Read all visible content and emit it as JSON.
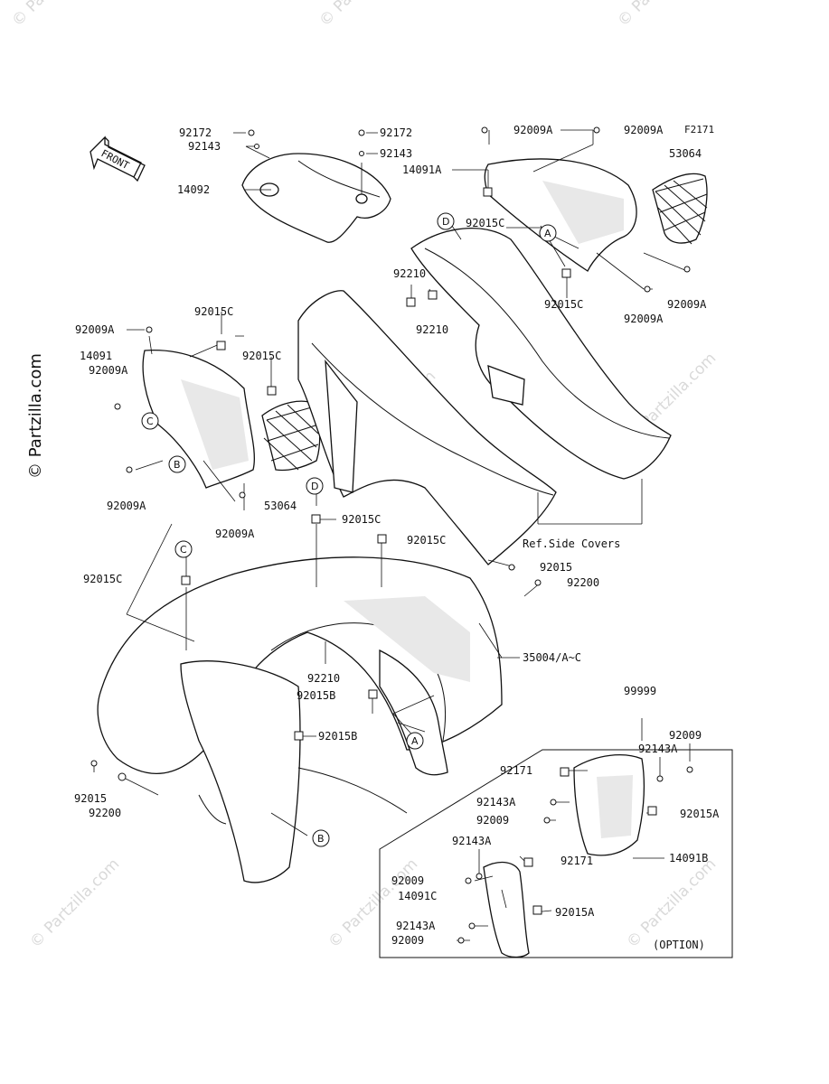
{
  "figure_code": "F2171",
  "front_label": "FRONT",
  "watermark": "© Partzilla.com",
  "watermark_vertical": "© Partzilla.com",
  "ref_note": "Ref.Side Covers",
  "option_label": "(OPTION)",
  "labels": {
    "l92172a": "92172",
    "l92143a": "92143",
    "l14092": "14092",
    "l92172b": "92172",
    "l92143b": "92143",
    "l92009A_t1": "92009A",
    "l92009A_t2": "92009A",
    "l53064a": "53064",
    "l14091A": "14091A",
    "l92015C_d": "92015C",
    "l92210a": "92210",
    "l92210b": "92210",
    "l92015C_m": "92015C",
    "l92009A_r1": "92009A",
    "l92009A_r2": "92009A",
    "l92009A_l1": "92009A",
    "l92015C_l1": "92015C",
    "l14091": "14091",
    "l92009A_l2": "92009A",
    "l92015C_l2": "92015C",
    "l92009A_l3": "92009A",
    "l92009A_l4": "92009A",
    "l53064b": "53064",
    "l92015C_c1": "92015C",
    "l92015C_c2": "92015C",
    "l92015C_c3": "92015C",
    "l92015": "92015",
    "l92200a": "92200",
    "l35004": "35004/A~C",
    "l92210c": "92210",
    "l92015B_a": "92015B",
    "l92015B_b": "92015B",
    "l92015_b": "92015",
    "l92200b": "92200",
    "l99999": "99999",
    "l92009_o1": "92009",
    "l92143A_o1": "92143A",
    "l92171_o1": "92171",
    "l92143A_o2": "92143A",
    "l92015A_o1": "92015A",
    "l92009_o2": "92009",
    "l14091B": "14091B",
    "l92143A_o3": "92143A",
    "l92171_o2": "92171",
    "l92009_o3": "92009",
    "l14091C": "14091C",
    "l92015A_o2": "92015A",
    "l92143A_o4": "92143A",
    "l92009_o4": "92009"
  },
  "callouts": {
    "d1": "D",
    "a1": "A",
    "c1": "C",
    "b1": "B",
    "d2": "D",
    "c2": "C",
    "a2": "A",
    "b2": "B"
  }
}
